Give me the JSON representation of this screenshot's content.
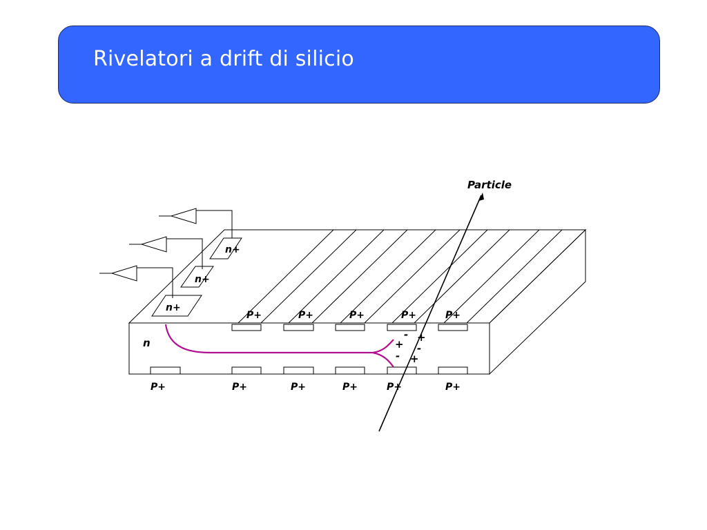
{
  "slide": {
    "title": "Rivelatori a drift di silicio"
  },
  "diagram": {
    "particle_label": "Particle",
    "n_label": "n",
    "top_p_labels": [
      "P+",
      "P+",
      "P+",
      "P+",
      "P+"
    ],
    "bottom_p_labels": [
      "P+",
      "P+",
      "P+",
      "P+",
      "P+",
      "P+"
    ],
    "anode_labels": [
      "n+",
      "n+",
      "n+"
    ],
    "charges": [
      "-",
      "+",
      "+",
      "-",
      "-",
      "+"
    ],
    "colors": {
      "title_bg": "#3366ff",
      "drift_path": "#b0108f"
    }
  }
}
